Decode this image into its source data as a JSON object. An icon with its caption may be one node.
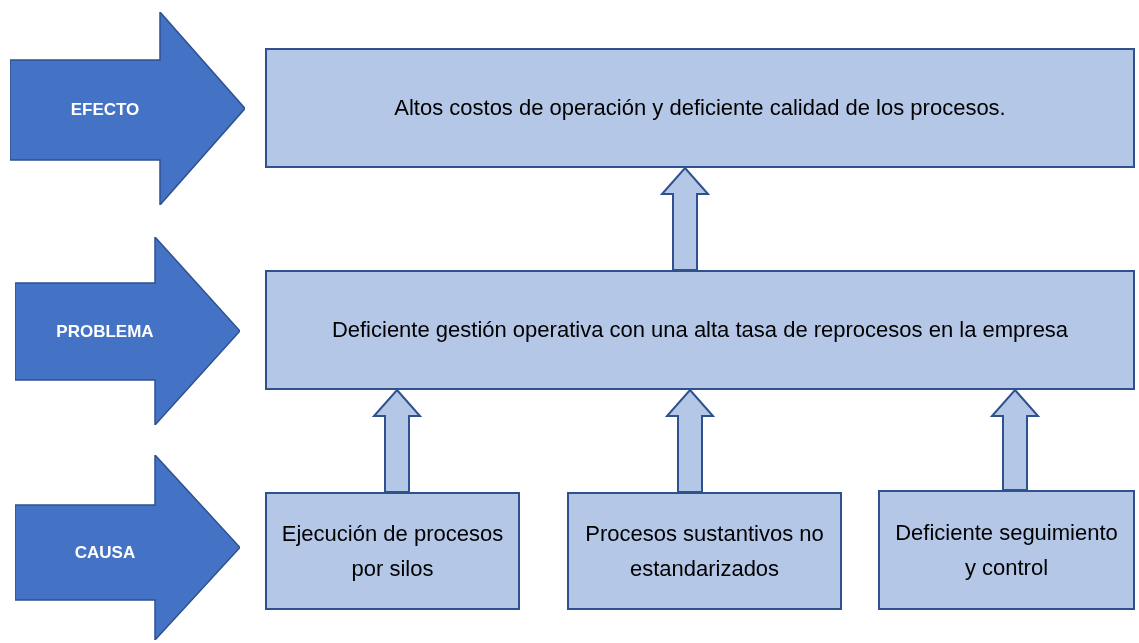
{
  "diagram": {
    "nodes": [
      {
        "text": [
          "EFECTO"
        ]
      },
      {
        "text": [
          "Altos costos de operación y deficiente calidad de los procesos."
        ]
      },
      {
        "text": [
          "PROBLEMA"
        ]
      },
      {
        "text": [
          "Deficiente gestión operativa con una alta tasa de reprocesos en la empresa"
        ]
      },
      {
        "text": [
          "CAUSA"
        ]
      },
      {
        "text": [
          "Ejecución de procesos por silos"
        ]
      },
      {
        "text": [
          "Procesos sustantivos no estandarizados"
        ]
      },
      {
        "text": [
          "Deficiente seguimiento y control"
        ]
      }
    ],
    "edges": [
      {
        "from": 3,
        "to": 1,
        "arrow": "to",
        "style": "thick"
      },
      {
        "from": 5,
        "to": 3,
        "arrow": "to",
        "style": "thick"
      },
      {
        "from": 6,
        "to": 3,
        "arrow": "to",
        "style": "thick"
      },
      {
        "from": 7,
        "to": 3,
        "arrow": "to",
        "style": "thick"
      }
    ]
  }
}
